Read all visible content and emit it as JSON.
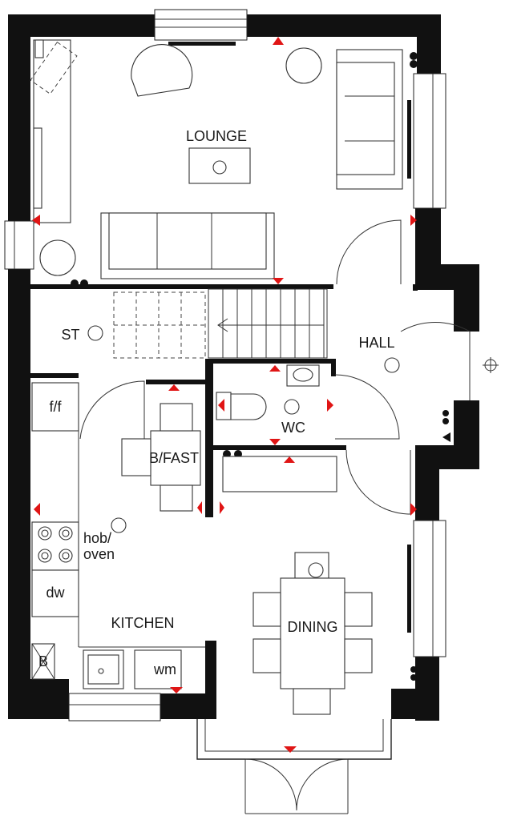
{
  "rooms": {
    "lounge": "LOUNGE",
    "hall": "HALL",
    "st": "ST",
    "wc": "WC",
    "bfast": "B/FAST",
    "kitchen": "KITCHEN",
    "dining": "DINING"
  },
  "appliances": {
    "ff": "f/f",
    "hob_line1": "hob/",
    "hob_line2": "oven",
    "dw": "dw",
    "boiler": "B",
    "wm": "wm"
  },
  "colors": {
    "wall": "#111111",
    "marker": "#e01515"
  }
}
